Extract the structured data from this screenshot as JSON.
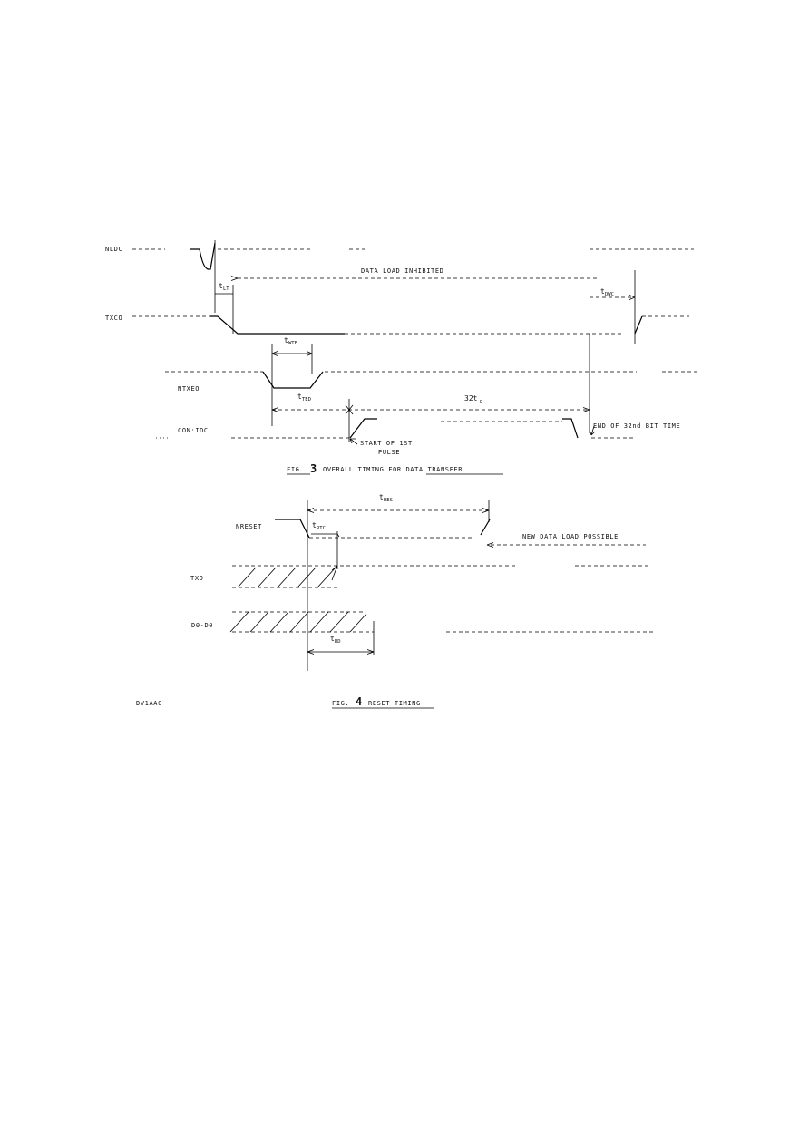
{
  "fig3": {
    "signals": {
      "s1": "NLDC",
      "s2": "TXCO",
      "s3": "NTXEO",
      "s4": "CON:IDC"
    },
    "annotations": {
      "data_load_inhibited": "DATA LOAD INHIBITED",
      "t_wte_base": "t",
      "t_wte_sub": "WTE",
      "t_ted_base": "t",
      "t_ted_sub": "TED",
      "t_left_base": "t",
      "t_left_sub": "LT",
      "t_right_base": "t",
      "t_right_sub": "DWC",
      "period_base": "32t",
      "period_sub": "p",
      "end_bit": "END OF 32nd BIT TIME",
      "start_pulse_1": "START OF 1ST",
      "start_pulse_2": "PULSE"
    },
    "caption": {
      "prefix": "FIG.",
      "number": "3",
      "text": "OVERALL TIMING FOR DATA TRANSFER"
    }
  },
  "fig4": {
    "signals": {
      "s1": "NRESET",
      "s2": "TXO",
      "s3": "D0-D0"
    },
    "annotations": {
      "t_res_base": "t",
      "t_res_sub": "RES",
      "t_rtc_base": "t",
      "t_rtc_sub": "RTC",
      "t_rd_base": "t",
      "t_rd_sub": "RD",
      "new_data": "NEW DATA LOAD POSSIBLE"
    },
    "caption": {
      "prefix": "FIG.",
      "number": "4",
      "text": "RESET TIMING"
    },
    "doc_code": "DV1AA0"
  }
}
